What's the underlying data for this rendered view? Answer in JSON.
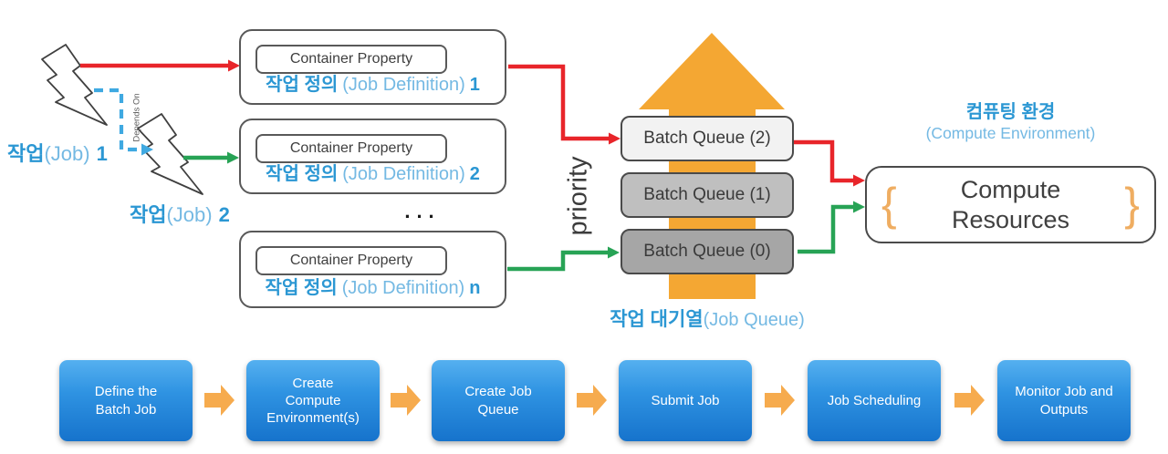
{
  "jobs": {
    "job1_bold": "작업",
    "job1_light": "(Job)",
    "job1_num": "1",
    "job2_bold": "작업",
    "job2_light": "(Job)",
    "job2_num": "2",
    "depends_on": "Depends On"
  },
  "job_definitions": [
    {
      "container": "Container Property",
      "bold": "작업 정의",
      "light": "(Job Definition)",
      "num": "1"
    },
    {
      "container": "Container Property",
      "bold": "작업 정의",
      "light": "(Job Definition)",
      "num": "2"
    },
    {
      "container": "Container Property",
      "bold": "작업 정의",
      "light": "(Job Definition)",
      "num": "n"
    }
  ],
  "ellipsis": "...",
  "queue": {
    "priority": "priority",
    "items": [
      "Batch Queue (2)",
      "Batch Queue (1)",
      "Batch Queue (0)"
    ],
    "caption_bold": "작업 대기열",
    "caption_light": "(Job Queue)"
  },
  "compute": {
    "title_bold": "컴퓨팅 환경",
    "title_light": "(Compute Environment)",
    "brace_open": "{",
    "brace_close": "}",
    "label_line1": "Compute",
    "label_line2": "Resources"
  },
  "workflow": [
    "Define the Batch Job",
    "Create Compute Environment(s)",
    "Create Job Queue",
    "Submit Job",
    "Job Scheduling",
    "Monitor Job and Outputs"
  ],
  "colors": {
    "blue_bold_text": "#2b97d3",
    "blue_light_text": "#74b9e3",
    "red_arrow": "#e8252a",
    "green_arrow": "#27a355",
    "dashed_blue": "#3fa9e1",
    "orange_big_arrow": "#f4a733",
    "orange_small_arrow": "#f6ab4e",
    "brace_orange": "#efad61",
    "queue_light": "#f2f2f2",
    "queue_mid": "#bfbfbf",
    "queue_dark": "#a6a6a6",
    "workflow_blue_top": "#55b0f0",
    "workflow_blue_bottom": "#1673cc",
    "outline_gray": "#4a4a4a"
  }
}
